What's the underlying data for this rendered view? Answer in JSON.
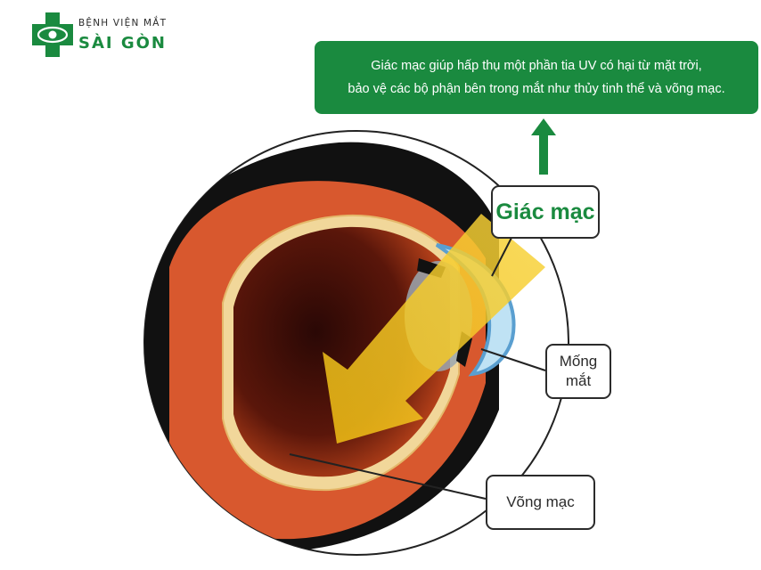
{
  "logo": {
    "line1": "BỆNH VIỆN MẮT",
    "line2": "SÀI GÒN",
    "icon": "eye-cross-icon",
    "color": "#1a8a3f"
  },
  "banner": {
    "line1": "Giác mạc giúp hấp thụ một phần tia UV có hại từ mặt trời,",
    "line2": "bảo vệ các bộ phận bên trong mắt như thủy tinh thể và võng mạc.",
    "color": "#1a8a3f"
  },
  "labels": {
    "cornea": "Giác mạc",
    "iris_line1": "Mống",
    "iris_line2": "mắt",
    "retina": "Võng mạc"
  },
  "colors": {
    "sclera_outer": "#d8582e",
    "eye_interior": "#3a0d08",
    "cornea": "#bfe2f4",
    "uv_ray": "#f5c518",
    "accent_green": "#1a8a3f"
  }
}
